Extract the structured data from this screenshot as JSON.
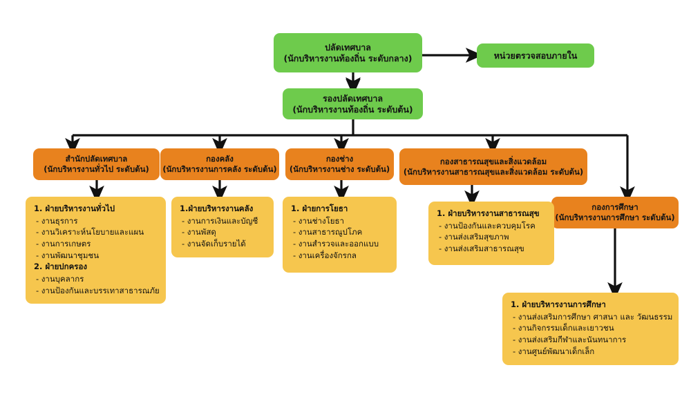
{
  "diagram": {
    "title": "Municipal organizational structure chart",
    "colors": {
      "green": "#6ecb4c",
      "orange": "#e8821e",
      "yellow": "#f6c64e",
      "line": "#111111",
      "background": "#ffffff"
    }
  },
  "nodes": {
    "permanent_secretary": {
      "line1": "ปลัดเทศบาล",
      "line2": "(นักบริหารงานท้องถิ่น ระดับกลาง)"
    },
    "internal_audit": {
      "line1": "หน่วยตรวจสอบภายใน"
    },
    "deputy_secretary": {
      "line1": "รองปลัดเทศบาล",
      "line2": "(นักบริหารงานท้องถิ่น ระดับต้น)"
    },
    "office_secretary": {
      "line1": "สำนักปลัดเทศบาล",
      "line2": "(นักบริหารงานทั่วไป ระดับต้น)"
    },
    "finance_division": {
      "line1": "กองคลัง",
      "line2": "(นักบริหารงานการคลัง ระดับต้น)"
    },
    "works_division": {
      "line1": "กองช่าง",
      "line2": "(นักบริหารงานช่าง ระดับต้น)"
    },
    "health_division": {
      "line1": "กองสาธารณสุขและสิ่งแวดล้อม",
      "line2": "(นักบริหารงานสาธารณสุขและสิ่งแวดล้อม ระดับต้น)"
    },
    "education_division": {
      "line1": "กองการศึกษา",
      "line2": "(นักบริหารงานการศึกษา ระดับต้น)"
    }
  },
  "detail_boxes": {
    "office_secretary_detail": {
      "sections": [
        {
          "head": "1. ฝ่ายบริหารงานทั่วไป",
          "items": [
            "- งานธุรการ",
            "- งานวิเคราะห์นโยบายและแผน",
            "- งานการเกษตร",
            "- งานพัฒนาชุมชน"
          ]
        },
        {
          "head": "2. ฝ่ายปกครอง",
          "items": [
            "- งานบุคลากร",
            "- งานป้องกันและบรรเทาสาธารณภัย"
          ]
        }
      ]
    },
    "finance_detail": {
      "sections": [
        {
          "head": "1.ฝ่ายบริหารงานคลัง",
          "items": [
            "- งานการเงินและบัญชี",
            "- งานพัสดุ",
            "- งานจัดเก็บรายได้"
          ]
        }
      ]
    },
    "works_detail": {
      "sections": [
        {
          "head": "1. ฝ่ายการโยธา",
          "items": [
            "- งานช่างโยธา",
            "- งานสาธารณูปโภค",
            "- งานสำรวจและออกแบบ",
            "- งานเครื่องจักรกล"
          ]
        }
      ]
    },
    "health_detail": {
      "sections": [
        {
          "head": "1. ฝ่ายบริหารงานสาธารณสุข",
          "items": [
            "- งานป้องกันและควบคุมโรค",
            "- งานส่งเสริมสุขภาพ",
            "- งานส่งเสริมสาธารณสุข"
          ]
        }
      ]
    },
    "education_detail": {
      "sections": [
        {
          "head": "1. ฝ่ายบริหารงานการศึกษา",
          "items": [
            "- งานส่งเสริมการศึกษา ศาสนา และ วัฒนธรรม",
            "- งานกิจกรรมเด็กและเยาวชน",
            "- งานส่งเสริมกีฬาและนันทนาการ",
            "- งานศูนย์พัฒนาเด็กเล็ก"
          ]
        }
      ]
    }
  }
}
